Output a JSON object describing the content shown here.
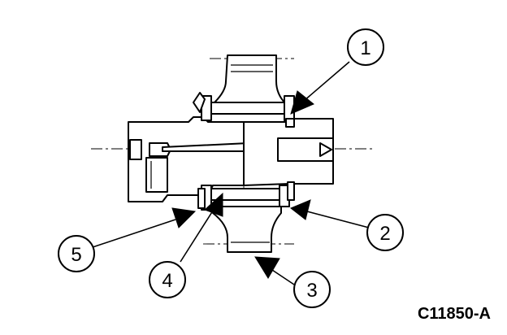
{
  "diagram": {
    "figure_code": "C11850-A",
    "callouts": [
      {
        "id": "callout-1",
        "label": "1"
      },
      {
        "id": "callout-2",
        "label": "2"
      },
      {
        "id": "callout-3",
        "label": "3"
      },
      {
        "id": "callout-4",
        "label": "4"
      },
      {
        "id": "callout-5",
        "label": "5"
      }
    ]
  }
}
